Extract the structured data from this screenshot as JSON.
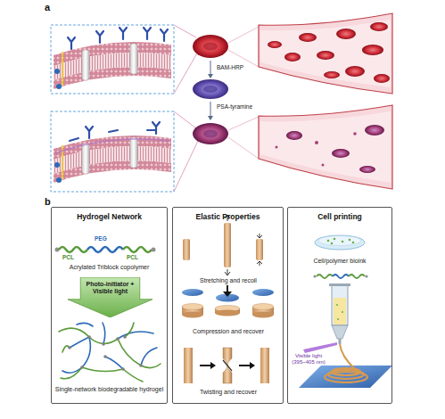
{
  "diagram": {
    "nodes": [
      {
        "text": [
          "Hydrogel Network"
        ]
      },
      {
        "text": [
          "Photo-initiator + Visible light"
        ],
        "in": 0
      },
      {
        "text": [
          "Elastic Properties"
        ]
      },
      {
        "text": [
          "Cell printing"
        ]
      }
    ],
    "labels": [
      "a",
      "BAM-HRP",
      "PSA-tyramine",
      "b",
      "PCL",
      "PEG",
      "PCL",
      "Acrylated Triblock copolymer",
      "Single-network biodegradable hydrogel",
      "Stretching and recoil",
      "Compression and recover",
      "Twisting and recover",
      "Cell/polymer bioink",
      "Visible light (395~405 nm)"
    ]
  }
}
